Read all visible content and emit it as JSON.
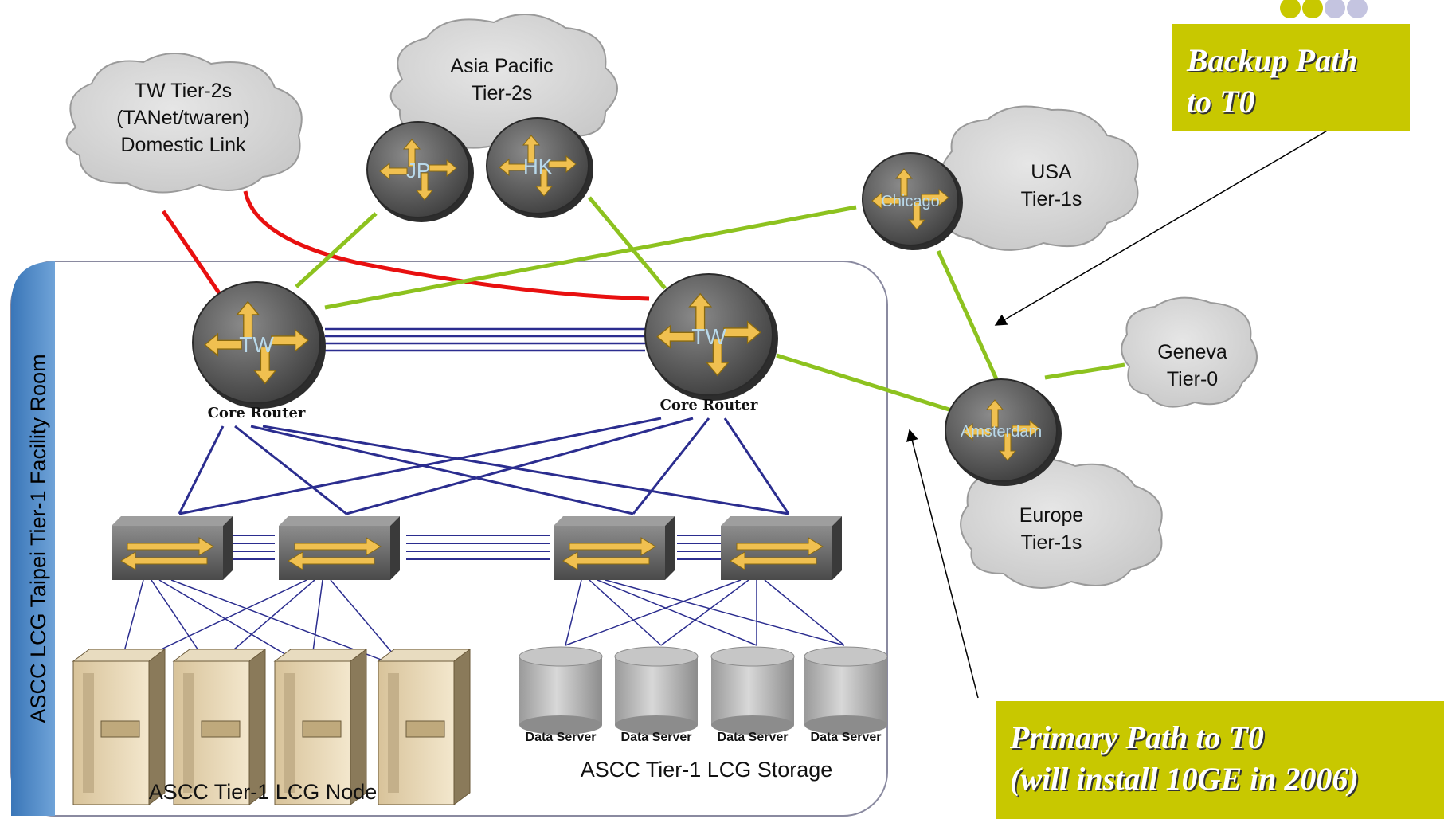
{
  "facility": {
    "side_label": "ASCC LCG Taipei Tier-1 Facility Room",
    "node_label": "ASCC Tier-1 LCG Node",
    "storage_label": "ASCC Tier-1 LCG Storage",
    "data_server_labels": [
      "Data Server",
      "Data Server",
      "Data Server",
      "Data Server"
    ]
  },
  "core_routers": [
    {
      "name": "TW",
      "caption": "Core Router"
    },
    {
      "name": "TW",
      "caption": "Core Router"
    }
  ],
  "remote_routers": {
    "jp": "JP",
    "hk": "HK",
    "chicago": "Chicago",
    "amsterdam": "Amsterdam"
  },
  "clouds": {
    "tw_tier2": [
      "TW Tier-2s",
      "(TANet/twaren)",
      "Domestic Link"
    ],
    "asia_pacific": [
      "Asia Pacific",
      "Tier-2s"
    ],
    "usa": [
      "USA",
      "Tier-1s"
    ],
    "geneva": [
      "Geneva",
      "Tier-0"
    ],
    "europe": [
      "Europe",
      "Tier-1s"
    ]
  },
  "callouts": {
    "backup": [
      "Backup Path",
      "to T0"
    ],
    "primary": [
      "Primary Path to T0",
      "(will install 10GE in 2006)"
    ]
  },
  "colors": {
    "domestic_link": "#e81010",
    "international_link": "#8dc21f",
    "internal_link": "#2b2d8f",
    "callout_bg": "#c8c800",
    "facility_bar": "#3f7fc0",
    "router_arrow": "#f0c050",
    "router_body": "#6b6b6b"
  }
}
